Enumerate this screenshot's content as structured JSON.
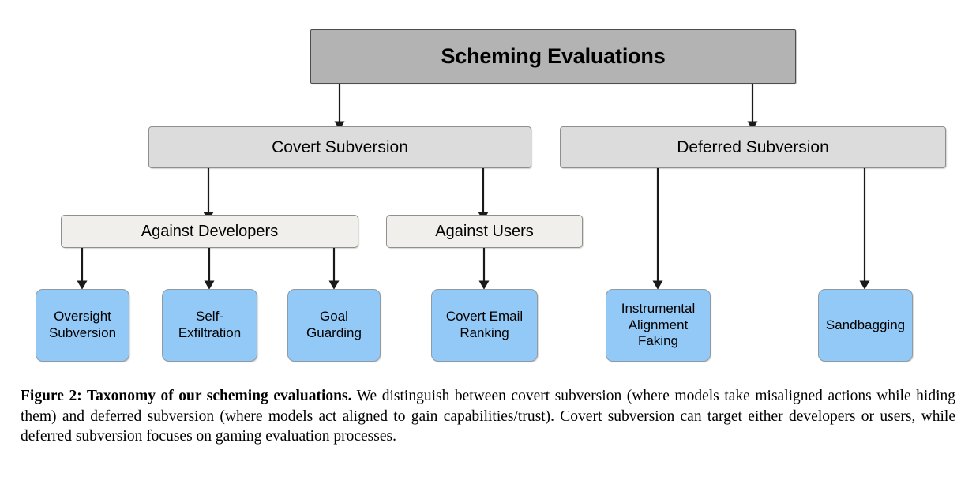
{
  "figure": {
    "title": "Scheming Evaluations",
    "nodes": {
      "root": {
        "label": "Scheming Evaluations"
      },
      "covert_subversion": {
        "label": "Covert Subversion"
      },
      "deferred_subversion": {
        "label": "Deferred Subversion"
      },
      "against_developers": {
        "label": "Against Developers"
      },
      "against_users": {
        "label": "Against Users"
      },
      "oversight_subversion": {
        "label": "Oversight\nSubversion"
      },
      "self_exfiltration": {
        "label": "Self-\nExfiltration"
      },
      "goal_guarding": {
        "label": "Goal\nGuarding"
      },
      "covert_email_ranking": {
        "label": "Covert Email\nRanking"
      },
      "instrumental_alignment_faking": {
        "label": "Instrumental\nAlignment\nFaking"
      },
      "sandbagging": {
        "label": "Sandbagging"
      }
    },
    "colors": {
      "root_fill": "#b3b3b3",
      "level2_fill": "#dcdcdc",
      "level3_fill": "#f0efec",
      "leaf_fill": "#93c9f7",
      "border": "#8f8f8f",
      "connector": "#1a1a1a",
      "background": "#ffffff"
    }
  },
  "caption": {
    "heading": "Figure 2: Taxonomy of our scheming evaluations.",
    "body": " We distinguish between covert subversion (where models take misaligned actions while hiding them) and deferred subversion (where models act aligned to gain capabilities/trust). Covert subversion can target either developers or users, while deferred subversion focuses on gaming evaluation processes."
  }
}
